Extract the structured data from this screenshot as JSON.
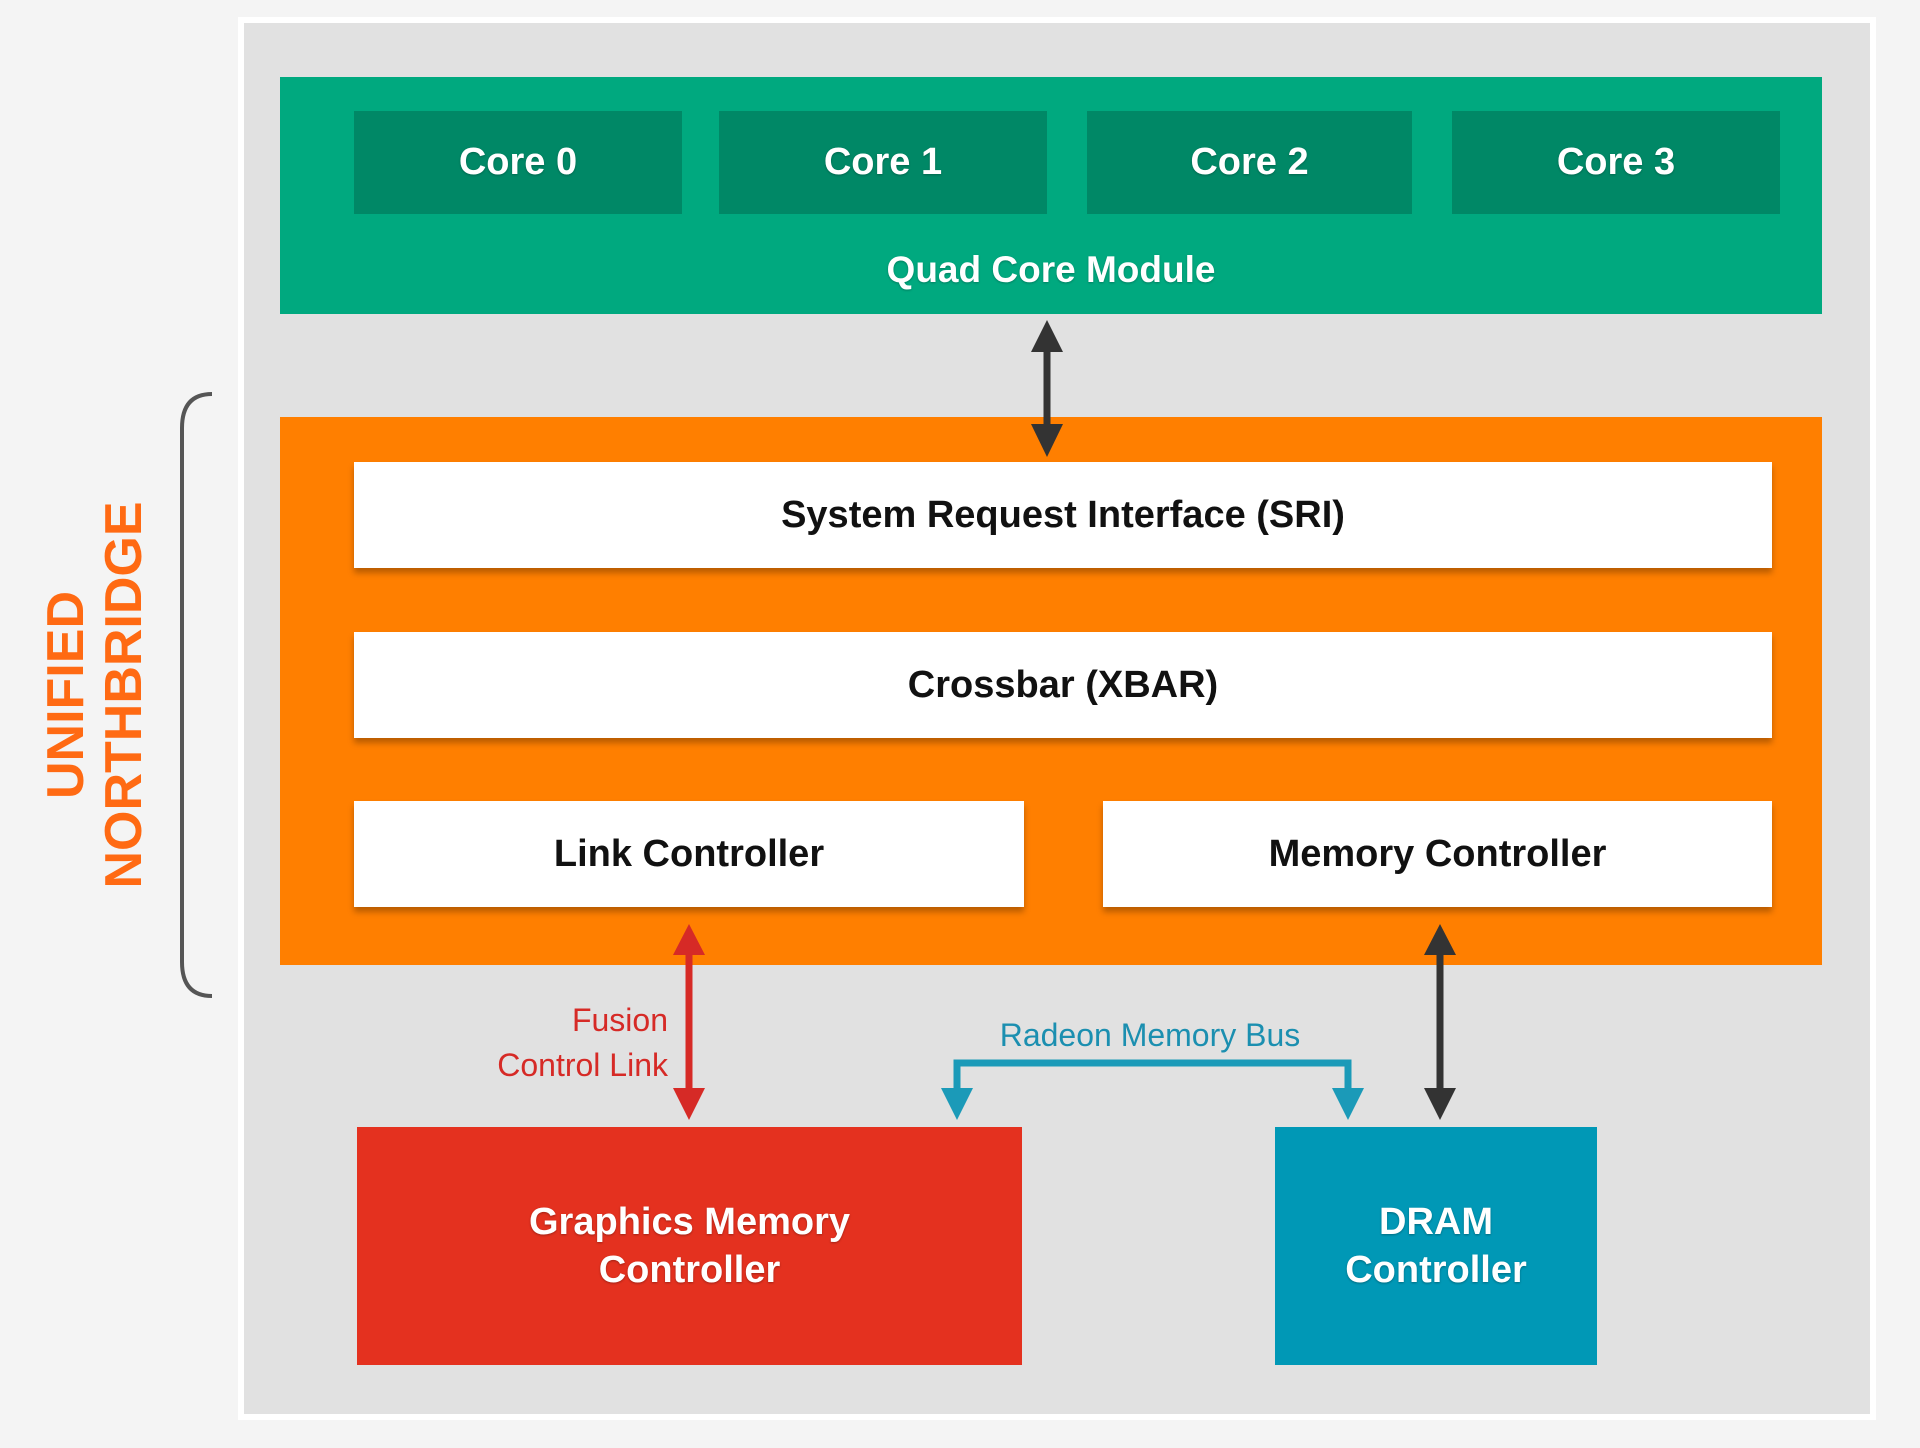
{
  "side_label": {
    "line1": "UNIFIED",
    "line2": "NORTHBRIDGE"
  },
  "module": {
    "label": "Quad Core Module",
    "cores": [
      "Core 0",
      "Core 1",
      "Core 2",
      "Core 3"
    ]
  },
  "northbridge": {
    "sri": "System Request Interface (SRI)",
    "xbar": "Crossbar (XBAR)",
    "link_controller": "Link Controller",
    "memory_controller": "Memory Controller"
  },
  "links": {
    "fusion_line1": "Fusion",
    "fusion_line2": "Control Link",
    "radeon_bus": "Radeon Memory Bus"
  },
  "graphics_memory_controller": {
    "line1": "Graphics Memory",
    "line2": "Controller"
  },
  "dram_controller": {
    "line1": "DRAM",
    "line2": "Controller"
  },
  "colors": {
    "module": "#00a97f",
    "core": "#008866",
    "northbridge": "#ff7f00",
    "graphics": "#e4311f",
    "dram": "#0098b6",
    "fusion_link": "#d62a26",
    "radeon_bus": "#1b9ab8",
    "arrow": "#333333"
  }
}
